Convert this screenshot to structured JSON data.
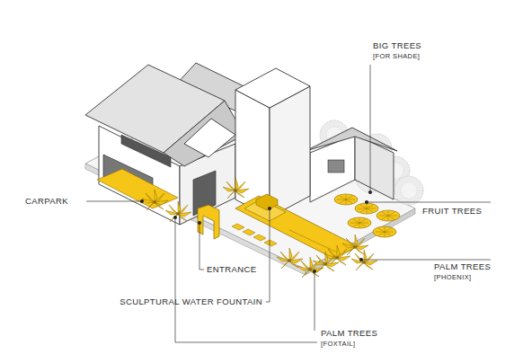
{
  "diagram": {
    "labels": [
      "BIG TREES",
      "[FOR SHADE]",
      "CARPARK",
      "FRUIT TREES",
      "ENTRANCE",
      "PALM TREES",
      "[PHOENIX]",
      "SCULPTURAL WATER FOUNTAIN",
      "PALM TREES",
      "[FOXTAIL]"
    ]
  }
}
